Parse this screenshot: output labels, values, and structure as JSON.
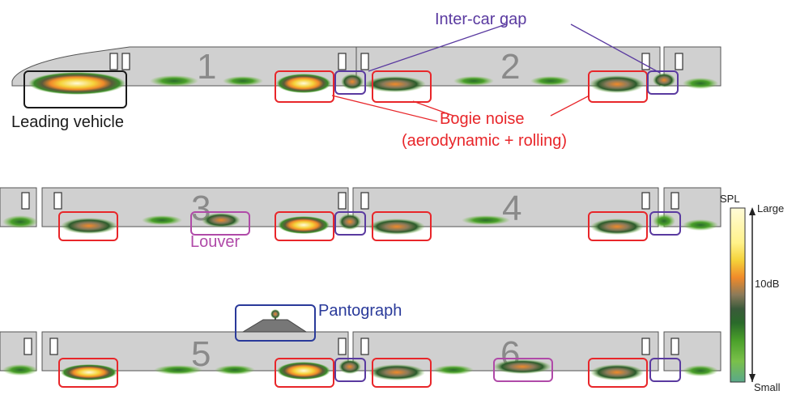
{
  "figure": {
    "type": "train acoustic source map",
    "cars": [
      "1",
      "2",
      "3",
      "4",
      "5",
      "6"
    ],
    "annotations": {
      "inter_car_gap": "Inter-car gap",
      "bogie_noise_line1": "Bogie noise",
      "bogie_noise_line2": "(aerodynamic + rolling)",
      "leading_vehicle": "Leading vehicle",
      "louver": "Louver",
      "pantograph": "Pantograph"
    },
    "colors": {
      "bogie": "#e8262a",
      "gap": "#5a3aa0",
      "leading": "#1a1a1a",
      "louver": "#b04aa8",
      "pantograph": "#2a3a9a",
      "car_body": "#cfcfcf",
      "car_number": "#8a8a8a"
    }
  },
  "colorbar": {
    "title": "SPL",
    "top_label": "Large",
    "mid_label": "10dB",
    "bottom_label": "Small",
    "stops": [
      "#fffbd8",
      "#fff28a",
      "#f5d23a",
      "#f08a2a",
      "#8a7a5a",
      "#3a5a3a",
      "#2a6a2a",
      "#4aa02a",
      "#7ac04a",
      "#5aa88a"
    ]
  }
}
